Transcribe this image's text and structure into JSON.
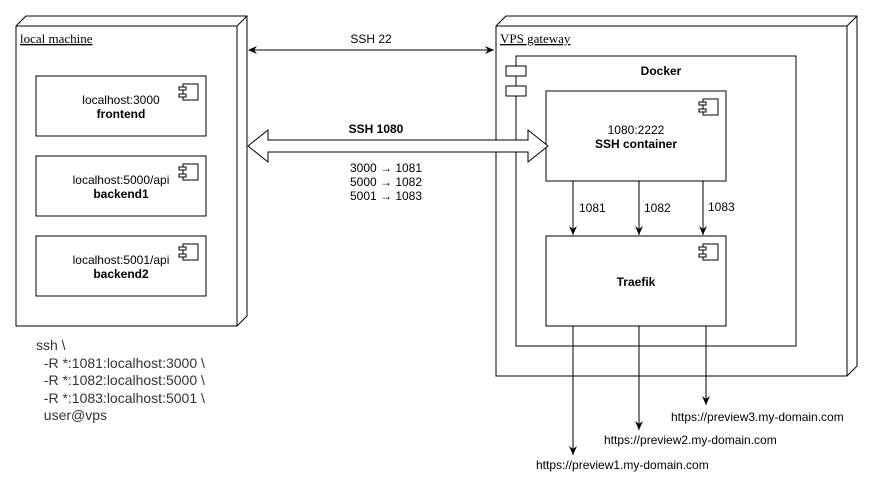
{
  "local_machine": {
    "title": "local machine",
    "components": [
      {
        "port": "localhost:3000",
        "name": "frontend"
      },
      {
        "port": "localhost:5000/api",
        "name": "backend1"
      },
      {
        "port": "localhost:5001/api",
        "name": "backend2"
      }
    ]
  },
  "vps": {
    "title": "VPS gateway",
    "docker_label": "Docker",
    "ssh_container": {
      "port": "1080:2222",
      "name": "SSH container"
    },
    "traefik": {
      "name": "Traefik"
    },
    "ports": [
      "1081",
      "1082",
      "1083"
    ]
  },
  "links": {
    "ssh22": "SSH 22",
    "ssh1080": "SSH 1080",
    "mappings": [
      "3000 → 1081",
      "5000 → 1082",
      "5001 → 1083"
    ]
  },
  "command": [
    "ssh \\",
    "  -R *:1081:localhost:3000 \\",
    "  -R *:1082:localhost:5000 \\",
    "  -R *:1083:localhost:5001 \\",
    "  user@vps"
  ],
  "urls": [
    "https://preview1.my-domain.com",
    "https://preview2.my-domain.com",
    "https://preview3.my-domain.com"
  ]
}
